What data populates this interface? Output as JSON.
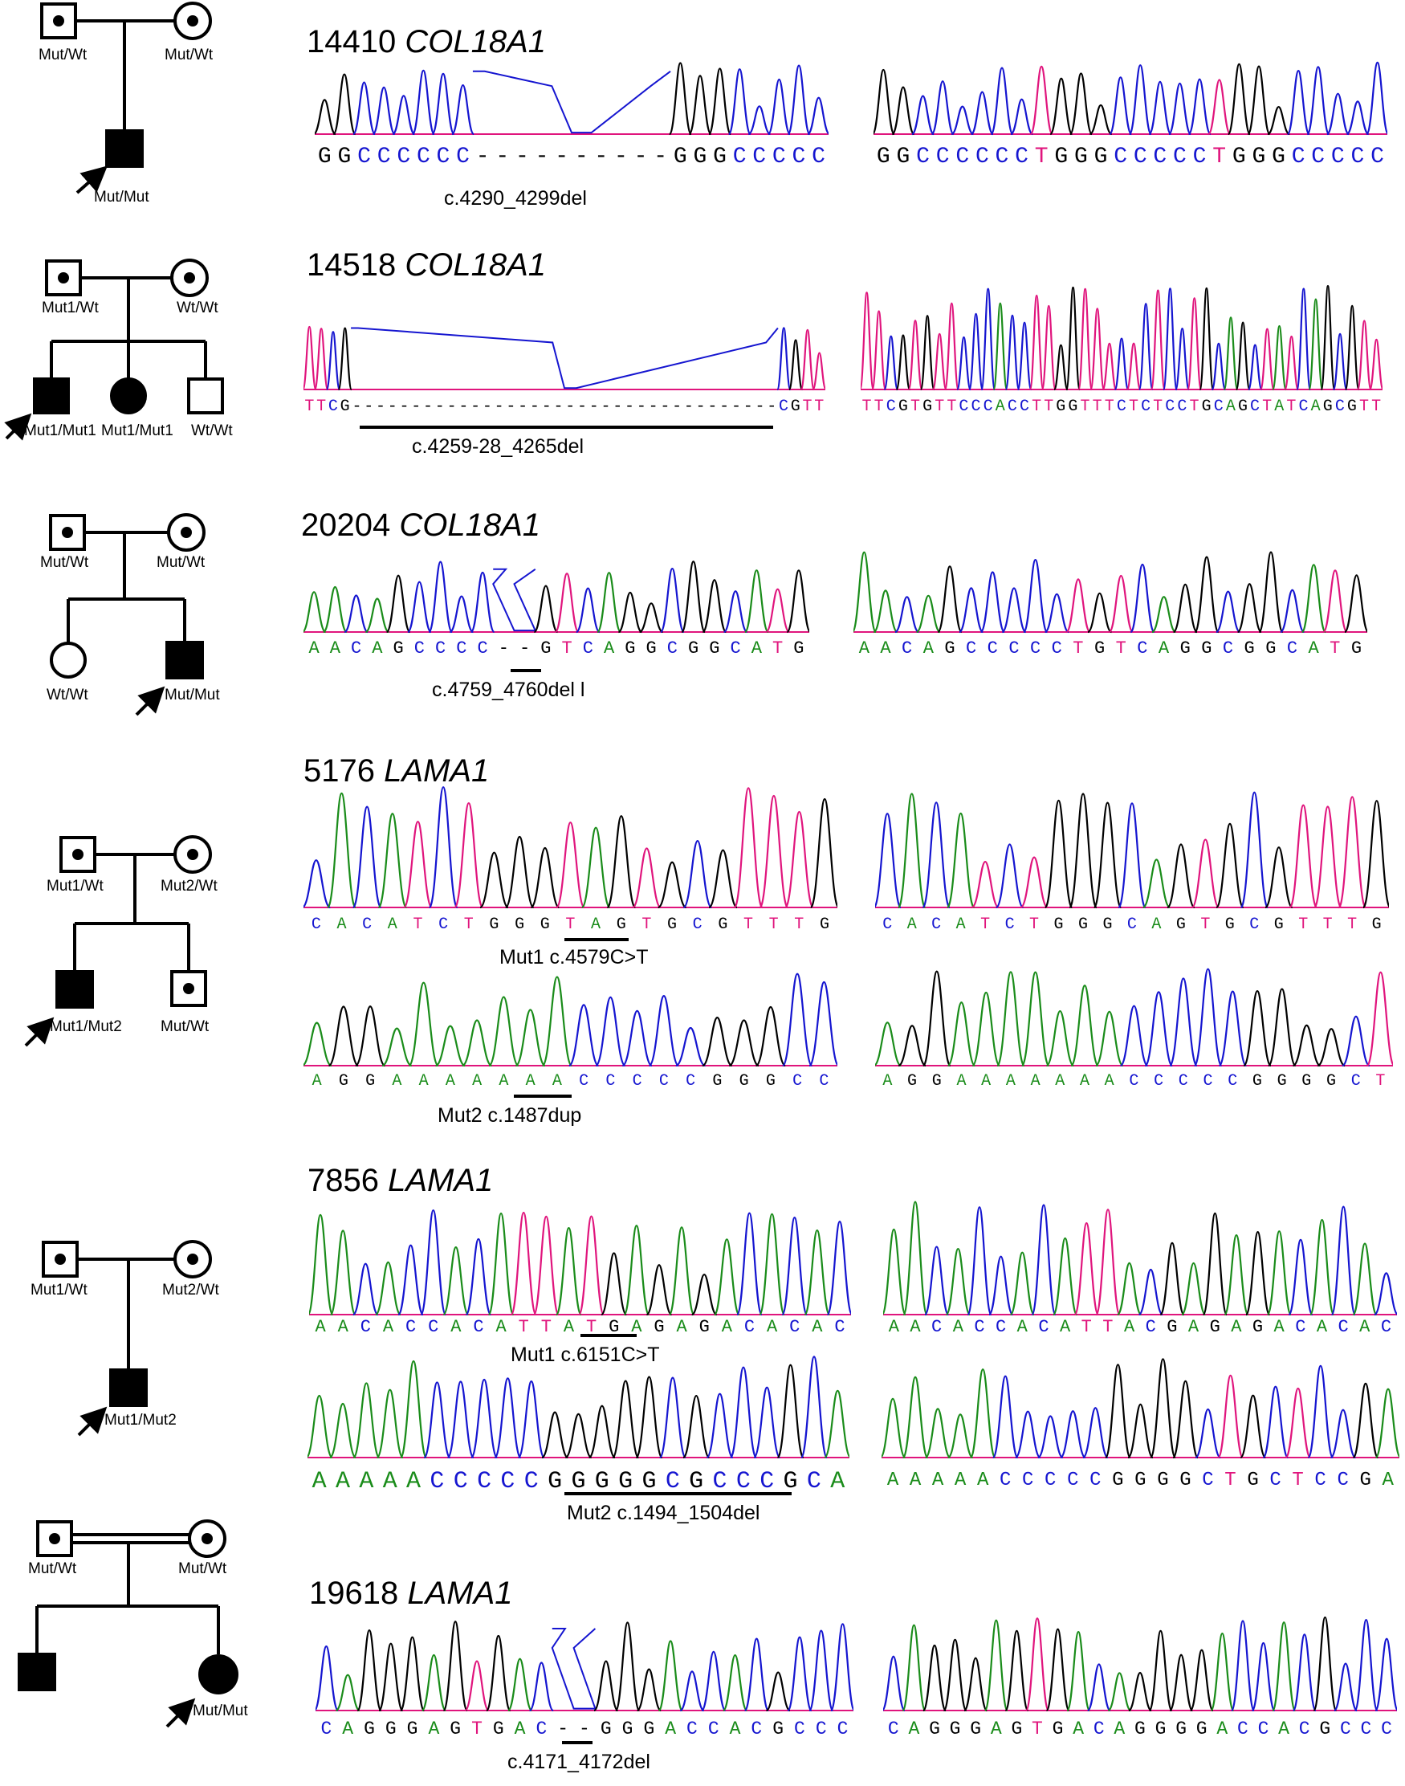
{
  "colors": {
    "A": "#1a8c1a",
    "C": "#1515d0",
    "G": "#000000",
    "T": "#e0157d"
  },
  "families": [
    {
      "id": "14410",
      "gene": "COL18A1",
      "father_label": "Mut/Wt",
      "mother_label": "Mut/Wt",
      "children": [
        {
          "label": "Mut/Mut",
          "sex": "male",
          "affected": true,
          "proband": true
        }
      ],
      "panels": [
        {
          "mutant_seq": "GGCCCCCC----------GGGCCCCC",
          "wild_seq": "GGCCCCCCTGGGCCCCCTGGGCCCCC",
          "mutation": "c.4290_4299del"
        }
      ]
    },
    {
      "id": "14518",
      "gene": "COL18A1",
      "father_label": "Mut1/Wt",
      "mother_label": "Wt/Wt",
      "children": [
        {
          "label": "Mut1/Mut1",
          "sex": "male",
          "affected": true,
          "proband": true
        },
        {
          "label": "Mut1/Mut1",
          "sex": "female",
          "affected": true,
          "proband": false
        },
        {
          "label": "Wt/Wt",
          "sex": "male",
          "affected": false,
          "proband": false
        }
      ],
      "panels": [
        {
          "mutant_seq": "TTCG------------------------------------CGTT",
          "wild_seq": "TTCGTGTTCCCACCTTGGTTTCTCTCCTGCAGCTATCAGCGTT",
          "mutation": "c.4259-28_4265del"
        }
      ]
    },
    {
      "id": "20204",
      "gene": "COL18A1",
      "father_label": "Mut/Wt",
      "mother_label": "Mut/Wt",
      "children": [
        {
          "label": "Wt/Wt",
          "sex": "female",
          "affected": false,
          "proband": false
        },
        {
          "label": "Mut/Mut",
          "sex": "male",
          "affected": true,
          "proband": true
        }
      ],
      "panels": [
        {
          "mutant_seq": "AACAGCCCC--GTCAGGCGGCATG",
          "wild_seq": "AACAGCCCCCTGTCAGGCGGCATG",
          "mutation": "c.4759_4760del l"
        }
      ]
    },
    {
      "id": "5176",
      "gene": "LAMA1",
      "father_label": "Mut1/Wt",
      "mother_label": "Mut2/Wt",
      "children": [
        {
          "label": "Mut1/Mut2",
          "sex": "male",
          "affected": true,
          "proband": true
        },
        {
          "label": "Mut/Wt",
          "sex": "male",
          "affected": false,
          "proband": false
        }
      ],
      "panels": [
        {
          "mutant_seq": "CACATCTGGGTAGTGCGTTTG",
          "wild_seq": "CACATCTGGGCAGTGCGTTTG",
          "mutation": "Mut1 c.4579C>T"
        },
        {
          "mutant_seq": "AGGAAAAAAACCCCCGGGCC",
          "wild_seq": "AGGAAAAAAACCCCCGGGGCT",
          "mutation": "Mut2 c.1487dup"
        }
      ]
    },
    {
      "id": "7856",
      "gene": "LAMA1",
      "father_label": "Mut1/Wt",
      "mother_label": "Mut2/Wt",
      "children": [
        {
          "label": "Mut1/Mut2",
          "sex": "male",
          "affected": true,
          "proband": true
        }
      ],
      "panels": [
        {
          "mutant_seq": "AACACCACATTATGAGAGACACAC",
          "wild_seq": "AACACCACATTACGAGAGACACAC",
          "mutation": "Mut1 c.6151C>T"
        },
        {
          "mutant_seq": "AAAAACCCCCGGGGGCGCCCGCA",
          "wild_seq": "AAAAACCCCCGGGGCTGCTCCGA",
          "mutation": "Mut2 c.1494_1504del"
        }
      ]
    },
    {
      "id": "19618",
      "gene": "LAMA1",
      "father_label": "Mut/Wt",
      "mother_label": "Mut/Wt",
      "children": [
        {
          "label": "",
          "sex": "male",
          "affected": true,
          "proband": false
        },
        {
          "label": "Mut/Mut",
          "sex": "female",
          "affected": true,
          "proband": true
        }
      ],
      "panels": [
        {
          "mutant_seq": "CAGGGAGTGAC--GGGACCACGCCC",
          "wild_seq": "CAGGGAGTGACAGGGGACCACGCCC",
          "mutation": "c.4171_4172del"
        }
      ]
    }
  ]
}
